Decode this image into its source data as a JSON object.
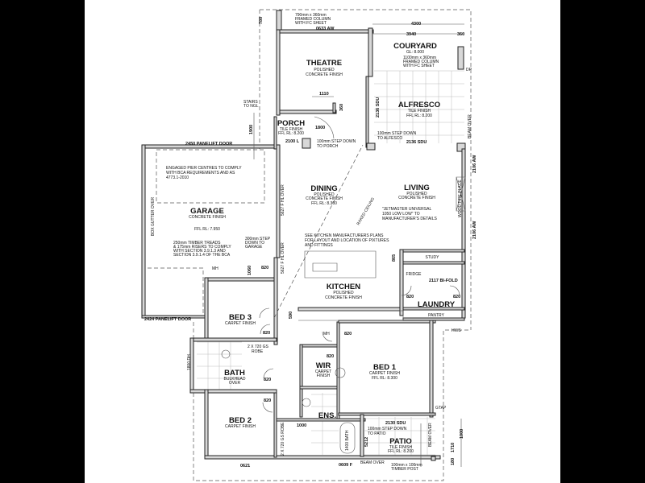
{
  "rooms": {
    "theatre": {
      "name": "THEATRE",
      "finish": "POLISHED",
      "finish2": "CONCRETE FINISH"
    },
    "courtyard": {
      "name": "COURYARD",
      "level": "GL: 8.000",
      "column1": "1100mm x 360mm",
      "column2": "FRAMED COLUMN",
      "column3": "WITH FC SHEET"
    },
    "alfresco": {
      "name": "ALFRESCO",
      "finish": "TILE FINISH",
      "level": "FFL RL: 8.200"
    },
    "porch": {
      "name": "PORCH",
      "finish": "TILE FINISH",
      "level": "FFL RL: 8.200"
    },
    "garage": {
      "name": "GARAGE",
      "finish": "CONCRETE FINISH",
      "level": "FFL RL: 7.950"
    },
    "dining": {
      "name": "DINING",
      "finish": "POLISHED",
      "finish2": "CONCRETE FINISH",
      "level": "FFL RL: 8.300"
    },
    "living": {
      "name": "LIVING",
      "finish": "POLISHED",
      "finish2": "CONCRETE FINISH"
    },
    "kitchen": {
      "name": "KITCHEN",
      "finish": "POLISHED",
      "finish2": "CONCRETE FINISH"
    },
    "study": {
      "name": "STUDY"
    },
    "laundry": {
      "name": "LAUNDRY"
    },
    "pantry": {
      "name": "PANTRY"
    },
    "fridge": {
      "name": "FRIDGE"
    },
    "bed3": {
      "name": "BED 3",
      "finish": "CARPET FINISH"
    },
    "bath": {
      "name": "BATH",
      "note1": "BULKHEAD",
      "note2": "OVER"
    },
    "bed2": {
      "name": "BED 2",
      "finish": "CARPET FINISH"
    },
    "wir": {
      "name": "WIR",
      "finish": "CARPET",
      "finish2": "FINISH"
    },
    "bed1": {
      "name": "BED 1",
      "finish": "CARPET FINISH",
      "level": "FFL RL: 8.300"
    },
    "ens": {
      "name": "ENS."
    },
    "patio": {
      "name": "PATIO",
      "finish": "TILE FINISH",
      "level": "FFL RL: 8.200"
    }
  },
  "notes": {
    "column_top1": "790mm x 360mm",
    "column_top2": "FRAMED COLUMN",
    "column_top3": "WITH FC SHEET",
    "aw_top": "0633 AW",
    "stairs1": "STAIRS",
    "stairs2": "TO NGL",
    "step_porch1": "100mm STEP DOWN",
    "step_porch2": "TO PORCH",
    "step_alfresco1": "100mm STEP DOWN",
    "step_alfresco2": "TO ALFESCO",
    "panelift_top": "2450 PANELIFT DOOR",
    "panelift_bottom": "2424 PANELIFT DOOR",
    "engaged1": "ENGAGED PIER CENTRES TO COMPLY",
    "engaged2": "WITH BCA REQUIREMENTS AND AS",
    "engaged3": "4773.1-2010",
    "box_gutter": "BOX GUTTER OVER",
    "treads1": "250mm TIMBER TREADS",
    "treads2": "& 175mm RISERS TO COMPLY",
    "treads3": "WITH SECTION 3.9.1.3 AND",
    "treads4": "SECTION 3.9.1.4 OF THE BCA",
    "step_garage1": "300mm STEP",
    "step_garage2": "DOWN TO",
    "step_garage3": "GARAGE",
    "fl_over1": "5627 F HL OVER",
    "fl_over2": "5627 F HL OVER",
    "raked": "RAKED CEILING",
    "jetmaster1": "\"JETMASTER UNIVERSAL",
    "jetmaster2": "1050 LOW LOW\" TO",
    "jetmaster3": "MANUFACTURER'S DETAILS",
    "kitchen1": "SEE KITCHEN MANUFACTURERS PLANS",
    "kitchen2": "FOR LAYOUT AND LOCATION OF PIXTURES",
    "kitchen3": "AND FITTINGS",
    "wood_fire": "WOOD FIRE PLACE",
    "bifold": "2117 BI-FOLD",
    "mh1": "MH",
    "mh2": "MH",
    "robe1": "2 X 720 GS",
    "robe1b": "ROBE",
    "robe2": "2 X 720 GS ROBE",
    "dh": "1800 DH",
    "hws": "HWS",
    "gtap": "GTAP",
    "step_patio1": "100mm STEP DOWN",
    "step_patio2": "TO PATIO",
    "beam_over1": "BEAM OVER",
    "beam_over2": "BEAM OVER",
    "beam_over3": "BEAM OVER",
    "timber_post1": "100mm x 100mm",
    "timber_post2": "TIMBER POST",
    "bath_label": "1400 BATH",
    "dp": "DP"
  },
  "dimensions": {
    "d4300": "4300",
    "d3940": "3940",
    "d360a": "360",
    "d780": "780",
    "d1110": "1110",
    "d360b": "360",
    "d1900": "1900",
    "d1800": "1800",
    "d2100": "2100 L",
    "d2136sdu_v": "2136 SDU",
    "d2136sdu": "2136 SDU",
    "d2106aw": "2106 AW",
    "d2106aw2": "2106 AW",
    "d1060": "1060",
    "d820_garage": "820",
    "d865": "865",
    "d820_l1": "820",
    "d820_l2": "820",
    "d590": "590",
    "d820_b3": "820",
    "d820_h": "820",
    "d820_wir": "820",
    "d820_bath": "820",
    "d820_b2": "820",
    "d1000": "1000",
    "d2130sdu": "2130 SDU",
    "d1710": "1710",
    "d1000v": "1000",
    "d180": "180",
    "d0621": "0621",
    "d0609": "0609 F",
    "d5212": "5212"
  }
}
